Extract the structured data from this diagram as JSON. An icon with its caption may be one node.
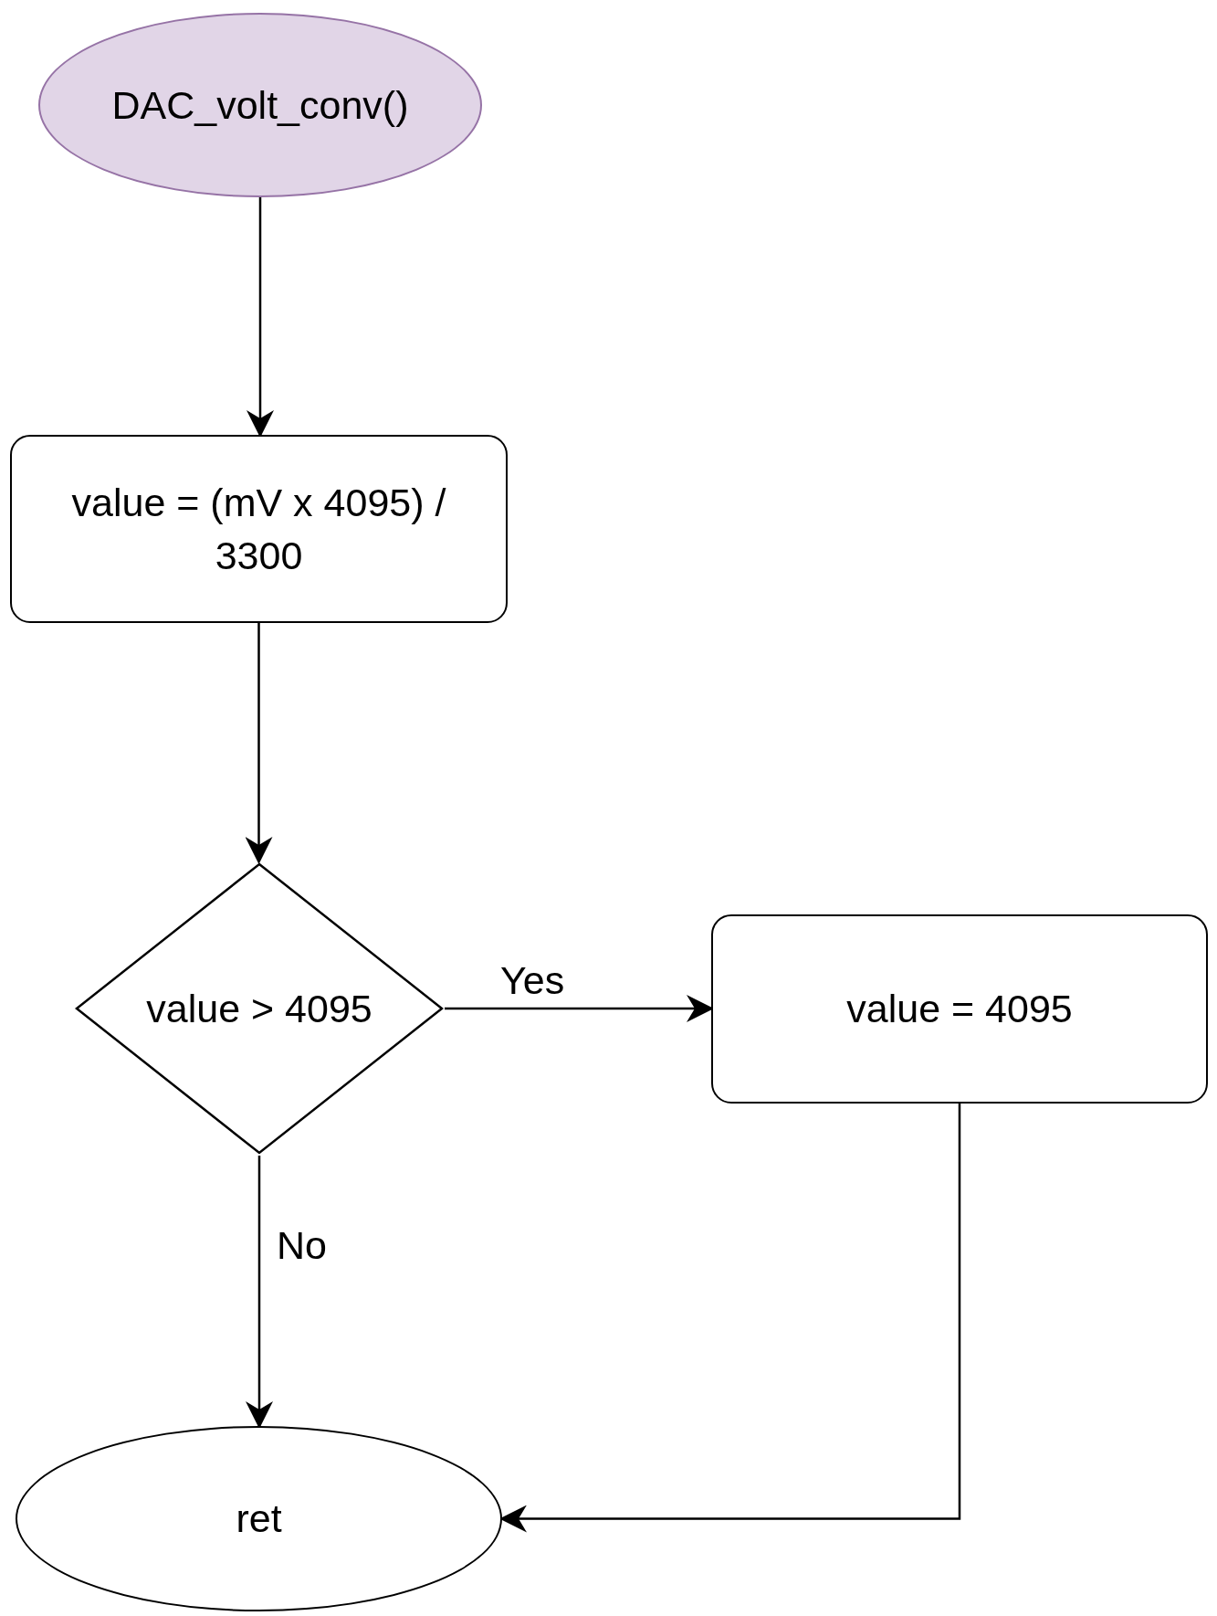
{
  "diagram": {
    "nodes": [
      {
        "text": [
          "DAC_volt_conv()"
        ]
      },
      {
        "text": [
          "value = (mV x 4095) / 3300"
        ]
      },
      {
        "text": [
          "value > 4095"
        ]
      },
      {
        "text": [
          "value = 4095"
        ]
      },
      {
        "text": [
          "ret"
        ]
      }
    ],
    "edges": [
      {
        "from": 0,
        "to": 1,
        "arrow": "to"
      },
      {
        "from": 1,
        "to": 2,
        "arrow": "to"
      },
      {
        "from": 2,
        "to": 3,
        "arrow": "to",
        "label": "Yes"
      },
      {
        "from": 2,
        "to": 4,
        "arrow": "to",
        "label": "No"
      },
      {
        "from": 3,
        "to": 4,
        "arrow": "to"
      }
    ]
  }
}
